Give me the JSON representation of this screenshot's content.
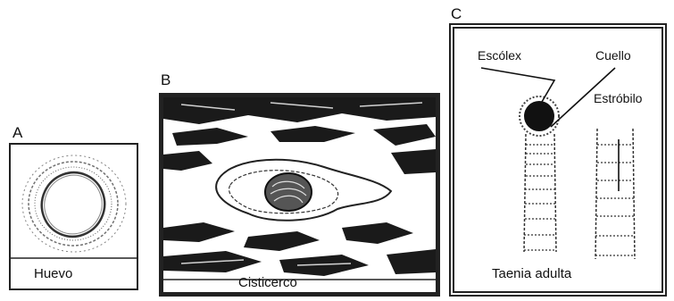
{
  "panels": {
    "a": {
      "letter": "A",
      "caption": "Huevo"
    },
    "b": {
      "letter": "B",
      "caption": "Cisticerco"
    },
    "c": {
      "letter": "C",
      "caption": "Taenia adulta",
      "labels": {
        "scolex": "Escólex",
        "neck": "Cuello",
        "strobila": "Estróbilo"
      }
    }
  }
}
